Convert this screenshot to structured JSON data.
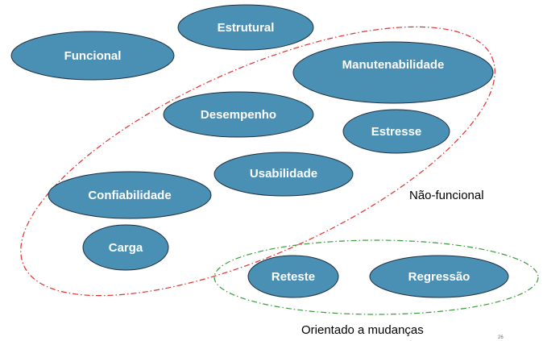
{
  "colors": {
    "node_fill": "#4a90b5",
    "node_stroke": "#1f2f3f",
    "node_text": "#ffffff",
    "nonfunctional_border": "#e0302e",
    "change_border": "#3a9a3a"
  },
  "nodes": {
    "estrutural": "Estrutural",
    "funcional": "Funcional",
    "manutenabilidade": "Manutenabilidade",
    "desempenho": "Desempenho",
    "estresse": "Estresse",
    "usabilidade": "Usabilidade",
    "confiabilidade": "Confiabilidade",
    "carga": "Carga",
    "reteste": "Reteste",
    "regressao": "Regressão"
  },
  "groups": {
    "nao_funcional": "Não-funcional",
    "orientado_mudancas": "Orientado a mudanças"
  },
  "page_number": "26"
}
